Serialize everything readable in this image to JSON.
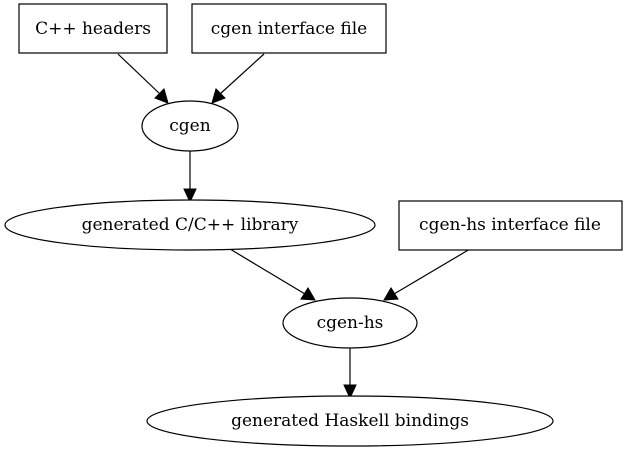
{
  "nodes": {
    "cpp_headers": "C++ headers",
    "cgen_interface": "cgen interface file",
    "cgen": "cgen",
    "generated_lib": "generated C/C++ library",
    "cgen_hs_interface": "cgen-hs interface file",
    "cgen_hs": "cgen-hs",
    "haskell_bindings": "generated Haskell bindings"
  },
  "edges": [
    {
      "from": "cpp_headers",
      "to": "cgen"
    },
    {
      "from": "cgen_interface",
      "to": "cgen"
    },
    {
      "from": "cgen",
      "to": "generated_lib"
    },
    {
      "from": "generated_lib",
      "to": "cgen_hs"
    },
    {
      "from": "cgen_hs_interface",
      "to": "cgen_hs"
    },
    {
      "from": "cgen_hs",
      "to": "haskell_bindings"
    }
  ]
}
